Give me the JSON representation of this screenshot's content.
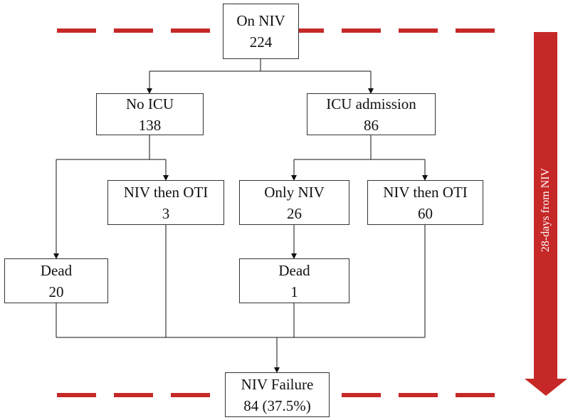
{
  "colors": {
    "accent": "#c62828",
    "line": "#333333"
  },
  "nodes": {
    "on_niv": {
      "title": "On NIV",
      "value": "224"
    },
    "no_icu": {
      "title": "No ICU",
      "value": "138"
    },
    "icu_admission": {
      "title": "ICU admission",
      "value": "86"
    },
    "noicu_niv_then_oti": {
      "title": "NIV then OTI",
      "value": "3"
    },
    "only_niv": {
      "title": "Only NIV",
      "value": "26"
    },
    "icu_niv_then_oti": {
      "title": "NIV then OTI",
      "value": "60"
    },
    "noicu_dead": {
      "title": "Dead",
      "value": "20"
    },
    "icu_dead": {
      "title": "Dead",
      "value": "1"
    },
    "niv_failure": {
      "title": "NIV Failure",
      "value": "84 (37.5%)"
    }
  },
  "timeline": {
    "label": "28-days from NIV"
  }
}
